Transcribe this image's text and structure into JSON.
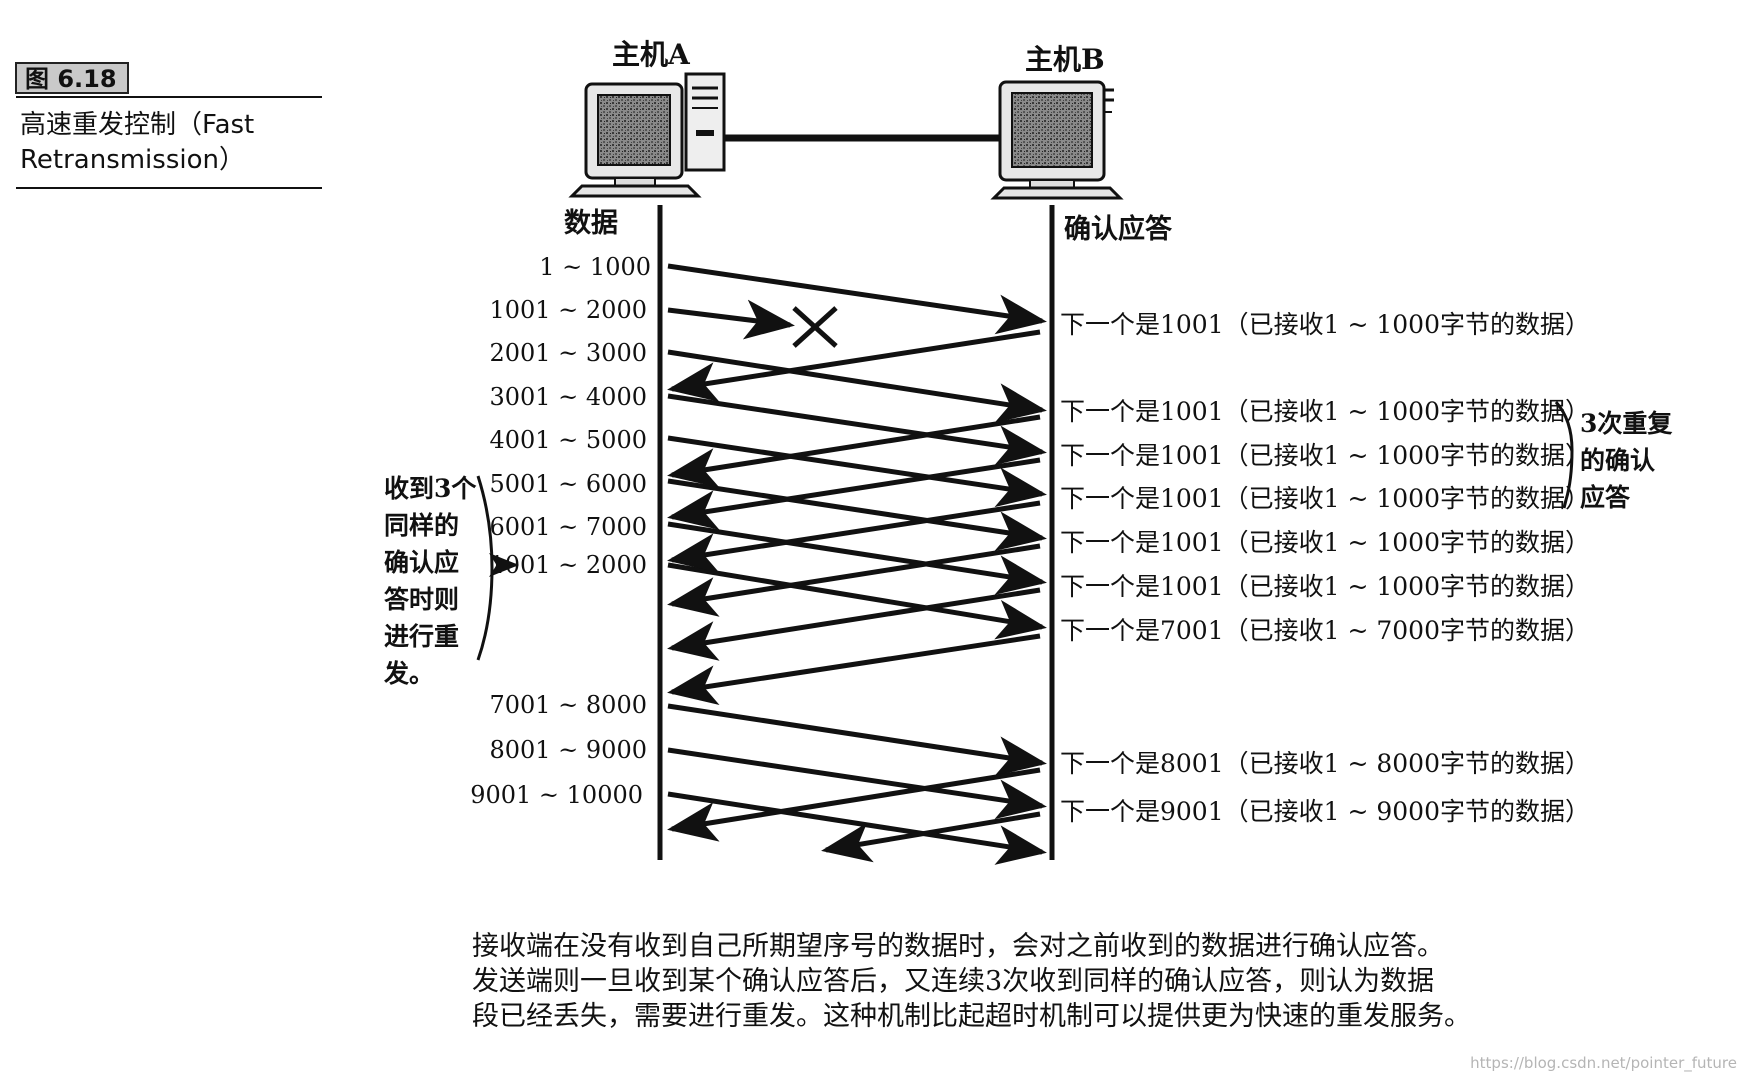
{
  "figure": {
    "label": "图 6.18",
    "title_line1": "高速重发控制（Fast",
    "title_line2": "Retransmission）"
  },
  "hosts": {
    "a": "主机A",
    "b": "主机B"
  },
  "columns": {
    "sender": "数据",
    "receiver": "确认应答"
  },
  "segments": [
    "1 ~ 1000",
    "1001 ~ 2000",
    "2001 ~ 3000",
    "3001 ~ 4000",
    "4001 ~ 5000",
    "5001 ~ 6000",
    "6001 ~ 7000",
    "1001 ~ 2000",
    "7001 ~ 8000",
    "8001 ~ 9000",
    "9001 ~ 10000"
  ],
  "acks": [
    "下一个是1001（已接收1 ~ 1000字节的数据）",
    "下一个是1001（已接收1 ~ 1000字节的数据）",
    "下一个是1001（已接收1 ~ 1000字节的数据）",
    "下一个是1001（已接收1 ~ 1000字节的数据）",
    "下一个是1001（已接收1 ~ 1000字节的数据）",
    "下一个是1001（已接收1 ~ 1000字节的数据）",
    "下一个是7001（已接收1 ~ 7000字节的数据）",
    "下一个是8001（已接收1 ~ 8000字节的数据）",
    "下一个是9001（已接收1 ~ 9000字节的数据）"
  ],
  "dup_ack_note": [
    "3次重复",
    "的确认",
    "应答"
  ],
  "retransmit_note": [
    "收到3个",
    "同样的",
    "确认应",
    "答时则",
    "进行重",
    "发。"
  ],
  "caption": [
    "接收端在没有收到自己所期望序号的数据时，会对之前收到的数据进行确认应答。",
    "发送端则一旦收到某个确认应答后，又连续3次收到同样的确认应答，则认为数据",
    "段已经丢失，需要进行重发。这种机制比起超时机制可以提供更为快速的重发服务。"
  ],
  "watermark": "https://blog.csdn.net/pointer_future"
}
